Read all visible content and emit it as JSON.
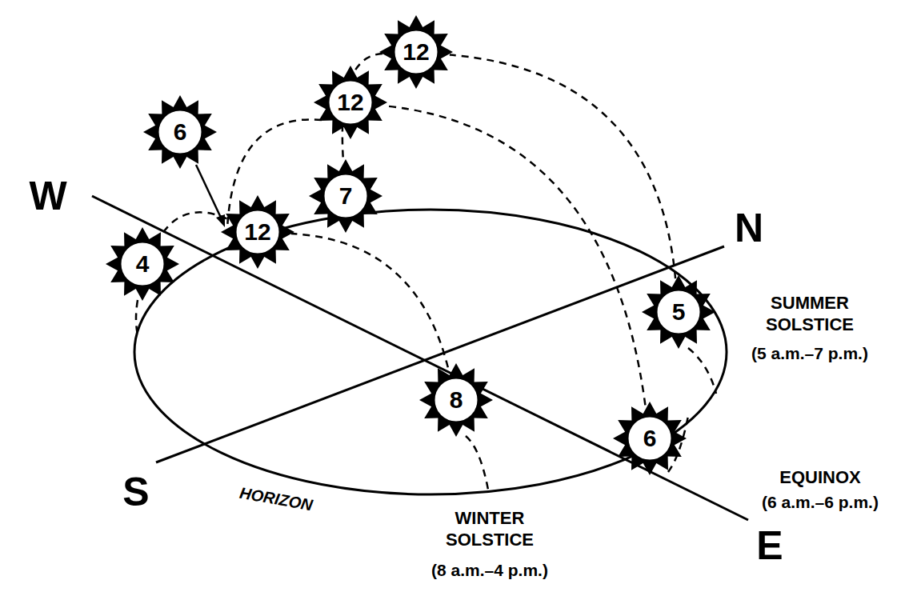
{
  "diagram": {
    "nodes": [
      {
        "text": [
          "12"
        ]
      },
      {
        "text": [
          "12"
        ]
      },
      {
        "text": [
          "6"
        ]
      },
      {
        "text": [
          "12"
        ]
      },
      {
        "text": [
          "7"
        ]
      },
      {
        "text": [
          "4"
        ]
      },
      {
        "text": [
          "5"
        ]
      },
      {
        "text": [
          "8"
        ]
      },
      {
        "text": [
          "6"
        ]
      }
    ],
    "edges": [
      {
        "from": 6,
        "to": 0,
        "arrow": "none"
      },
      {
        "from": 0,
        "to": 4,
        "arrow": "none"
      },
      {
        "from": 8,
        "to": 1,
        "arrow": "none"
      },
      {
        "from": 7,
        "to": 3,
        "arrow": "none"
      },
      {
        "from": 3,
        "to": 5,
        "arrow": "none"
      }
    ],
    "labels": [
      "W",
      "N",
      "S",
      "E",
      "HORIZON",
      "SUMMER SOLSTICE",
      "(5 a.m.–7 p.m.)",
      "EQUINOX",
      "(6 a.m.–6 p.m.)",
      "WINTER SOLSTICE",
      "(8 a.m.–4 p.m.)"
    ]
  }
}
